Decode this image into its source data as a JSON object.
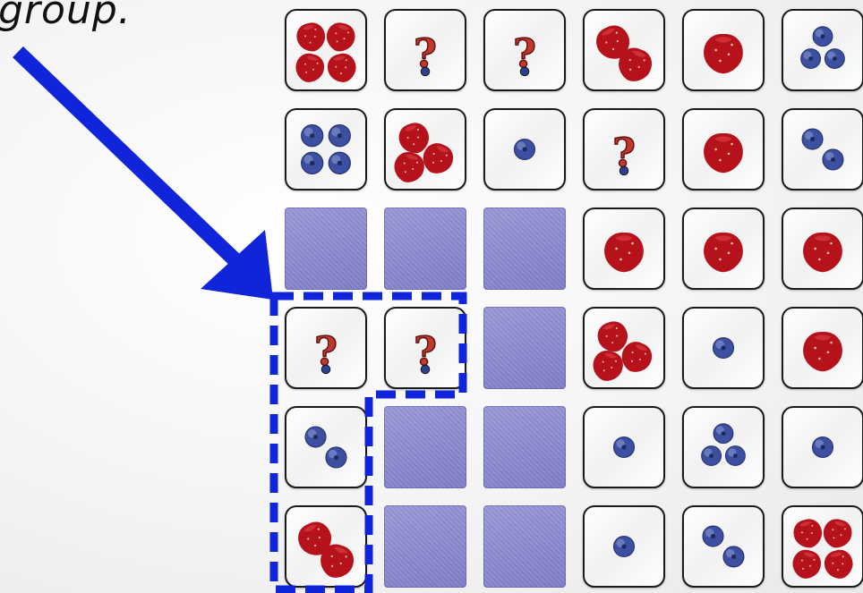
{
  "instruction": {
    "text": "group."
  },
  "colors": {
    "arrow": "#1024d9",
    "selection": "#1024d9",
    "hidden_tile": "#8f8dd3",
    "strawberry": "#b5121b",
    "blueberry": "#3c4fa0",
    "question": "#c0392b"
  },
  "board": {
    "rows": [
      [
        {
          "kind": "strawberry",
          "count": 4
        },
        {
          "kind": "question",
          "count": 0
        },
        {
          "kind": "question",
          "count": 0
        },
        {
          "kind": "strawberry",
          "count": 2
        },
        {
          "kind": "strawberry",
          "count": 1
        },
        {
          "kind": "blueberry",
          "count": 3
        }
      ],
      [
        {
          "kind": "blueberry",
          "count": 4
        },
        {
          "kind": "strawberry",
          "count": 3
        },
        {
          "kind": "blueberry",
          "count": 1
        },
        {
          "kind": "question",
          "count": 0
        },
        {
          "kind": "strawberry",
          "count": 1
        },
        {
          "kind": "blueberry",
          "count": 2
        }
      ],
      [
        {
          "kind": "hidden",
          "count": 0
        },
        {
          "kind": "hidden",
          "count": 0
        },
        {
          "kind": "hidden",
          "count": 0
        },
        {
          "kind": "strawberry",
          "count": 1
        },
        {
          "kind": "strawberry",
          "count": 1
        },
        {
          "kind": "strawberry",
          "count": 1
        }
      ],
      [
        {
          "kind": "question",
          "count": 0
        },
        {
          "kind": "question",
          "count": 0
        },
        {
          "kind": "hidden",
          "count": 0
        },
        {
          "kind": "strawberry",
          "count": 3
        },
        {
          "kind": "blueberry",
          "count": 1
        },
        {
          "kind": "strawberry",
          "count": 1
        }
      ],
      [
        {
          "kind": "blueberry",
          "count": 2
        },
        {
          "kind": "hidden",
          "count": 0
        },
        {
          "kind": "hidden",
          "count": 0
        },
        {
          "kind": "blueberry",
          "count": 1
        },
        {
          "kind": "blueberry",
          "count": 3
        },
        {
          "kind": "blueberry",
          "count": 1
        }
      ],
      [
        {
          "kind": "strawberry",
          "count": 2
        },
        {
          "kind": "hidden",
          "count": 0
        },
        {
          "kind": "hidden",
          "count": 0
        },
        {
          "kind": "blueberry",
          "count": 1
        },
        {
          "kind": "blueberry",
          "count": 2
        },
        {
          "kind": "strawberry",
          "count": 4
        }
      ]
    ]
  }
}
